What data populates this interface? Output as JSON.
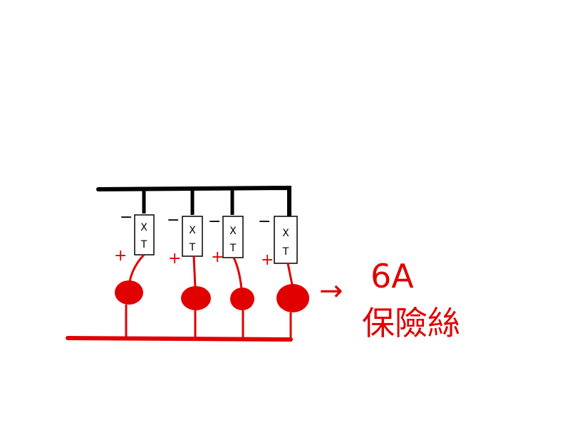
{
  "colors": {
    "negative_wire": "#000000",
    "positive_wire": "#e00000",
    "fuse": "#e00000",
    "annotation": "#e00000",
    "background": "#ffffff"
  },
  "branches": [
    {
      "id": "branch-1",
      "connector": {
        "top_label": "X",
        "bottom_label": "T"
      },
      "minus_sign": "−",
      "plus_sign": "+"
    },
    {
      "id": "branch-2",
      "connector": {
        "top_label": "X",
        "bottom_label": "T"
      },
      "minus_sign": "−",
      "plus_sign": "+"
    },
    {
      "id": "branch-3",
      "connector": {
        "top_label": "X",
        "bottom_label": "T"
      },
      "minus_sign": "−",
      "plus_sign": "+"
    },
    {
      "id": "branch-4",
      "connector": {
        "top_label": "X",
        "bottom_label": "T"
      },
      "minus_sign": "−",
      "plus_sign": "+"
    }
  ],
  "annotation": {
    "arrow": "→",
    "rating": "6A",
    "label": "保險絲"
  }
}
